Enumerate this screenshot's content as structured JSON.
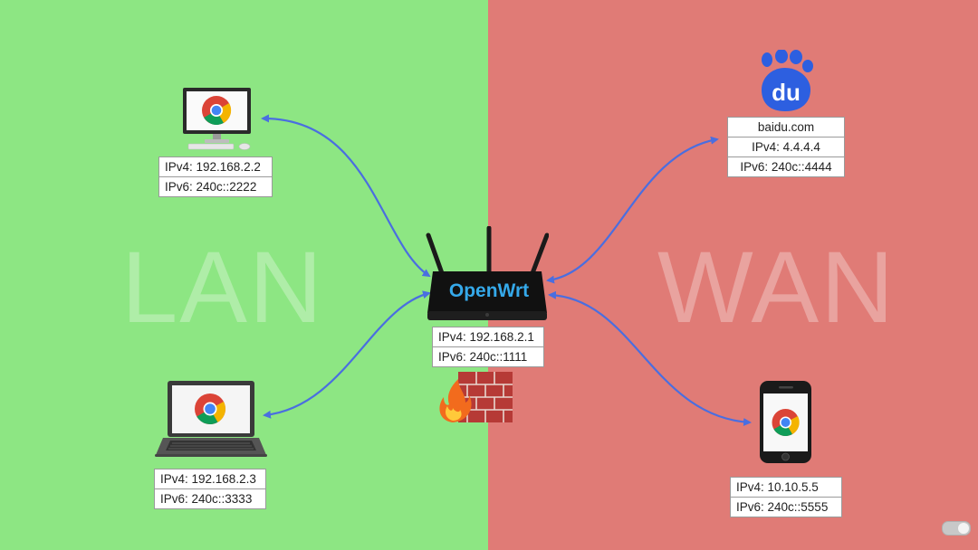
{
  "zones": {
    "lan_label": "LAN",
    "wan_label": "WAN",
    "lan_color": "#8de683",
    "wan_color": "#e07b76"
  },
  "router": {
    "brand": "OpenWrt",
    "ipv4": "IPv4: 192.168.2.1",
    "ipv6": "IPv6:  240c::1111",
    "firewall_icon": "firewall-icon"
  },
  "lan_desktop": {
    "icon": "chrome-desktop-icon",
    "ipv4": "IPv4: 192.168.2.2",
    "ipv6": "IPv6:  240c::2222"
  },
  "lan_laptop": {
    "icon": "chrome-laptop-icon",
    "ipv4": "IPv4: 192.168.2.3",
    "ipv6": "IPv6:  240c::3333"
  },
  "wan_server": {
    "icon": "baidu-logo-icon",
    "logo_text": "du",
    "domain": "baidu.com",
    "ipv4": "IPv4: 4.4.4.4",
    "ipv6": "IPv6: 240c::4444"
  },
  "wan_phone": {
    "icon": "chrome-phone-icon",
    "ipv4": "IPv4: 10.10.5.5",
    "ipv6": "IPv6:  240c::5555"
  },
  "arrow_color": "#4a6ee0"
}
